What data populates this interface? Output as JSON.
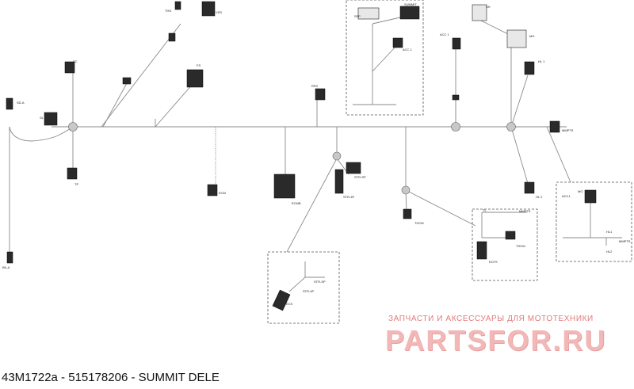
{
  "caption": "43M1722a - 515178206 - SUMMIT DELE",
  "watermark": {
    "tagline": "ЗАПЧАСТИ И АКСЕССУАРЫ ДЛЯ МОТОТЕХНИКИ",
    "logo": "PARTSFOR.RU"
  },
  "labels": {
    "sd_a": "SD-A",
    "sl": "SL",
    "bk_a": "BK-A",
    "sc": "SC",
    "tp": "TP",
    "ths": "THS",
    "vss": "VSS",
    "fs": "FS",
    "ecm": "ECM",
    "ecmb": "ECMB",
    "rfd": "RFD",
    "sfp": "SFP",
    "summit": "SUMMIT",
    "acc_1": "ACC 1",
    "acc_1b": "ACC 1",
    "sh": "SH",
    "mg": "MG",
    "hl1": "HL 1",
    "mmpts": "MMPTS",
    "hl2": "HL 2",
    "acc1_box": "ACC1",
    "mg_box": "MG",
    "hl_box1": "HL1",
    "mmpts_box": "MMPTS",
    "hl_box2": "HL2",
    "str_sp": "STR-SP",
    "str_4p": "STR-4P",
    "thcm": "THCM",
    "tl": "TL",
    "mmpts_b": "MMPTS",
    "thcm_b": "THCM",
    "ecfs": "ECFS",
    "str_sp_b": "STR-SP",
    "str_4p_b": "STR-4P",
    "ecs": "ECS"
  }
}
